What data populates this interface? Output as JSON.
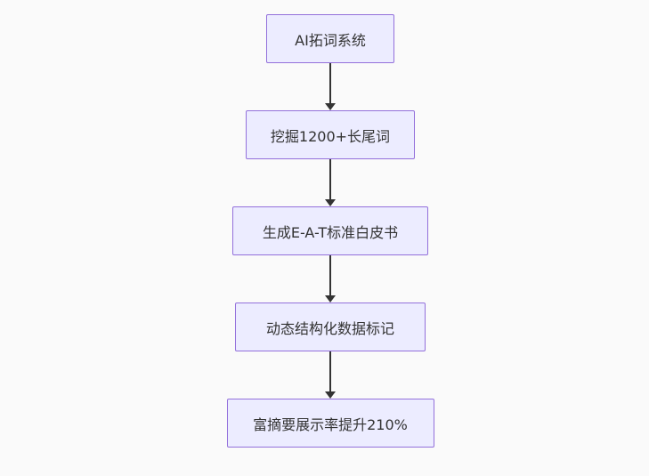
{
  "diagram": {
    "type": "flowchart-top-down",
    "colors": {
      "background": "#fafafa",
      "node_fill": "#ececff",
      "node_border": "#9370db",
      "node_text": "#333333",
      "arrow": "#333333"
    },
    "nodes": [
      {
        "label": "AI拓词系统"
      },
      {
        "label": "挖掘1200+长尾词"
      },
      {
        "label": "生成E-A-T标准白皮书"
      },
      {
        "label": "动态结构化数据标记"
      },
      {
        "label": "富摘要展示率提升210%"
      }
    ]
  }
}
